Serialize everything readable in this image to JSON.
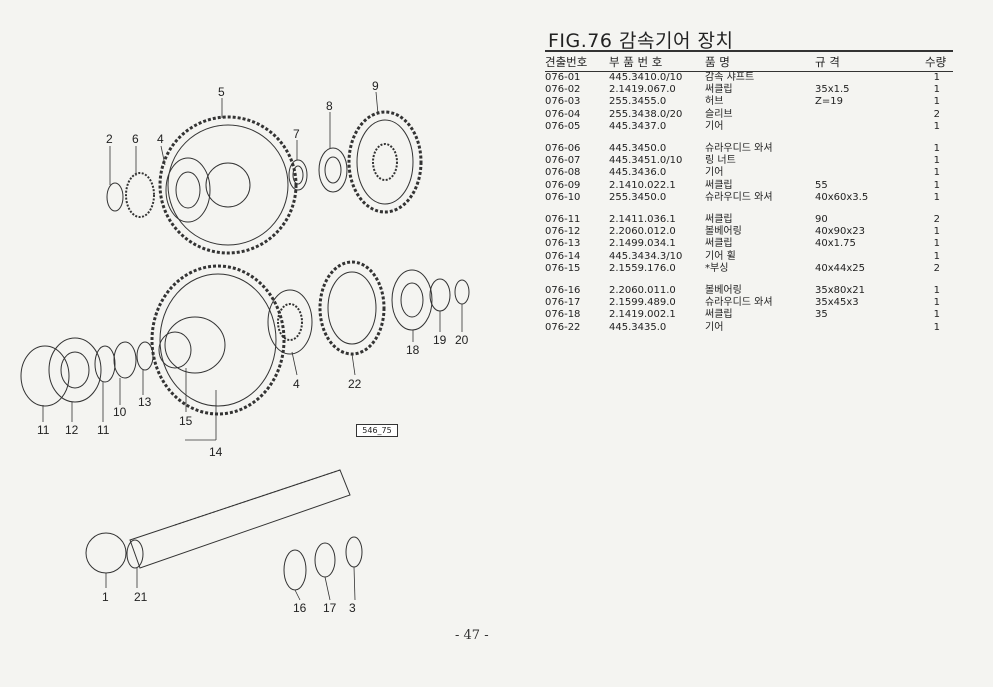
{
  "title": "FIG.76 감속기어 장치",
  "page_number": "- 47 -",
  "diagram": {
    "reference_code": "546_75",
    "callouts": [
      "1",
      "2",
      "3",
      "4",
      "4",
      "5",
      "6",
      "7",
      "8",
      "9",
      "10",
      "11",
      "11",
      "12",
      "13",
      "14",
      "15",
      "16",
      "17",
      "18",
      "19",
      "20",
      "21",
      "22"
    ]
  },
  "table": {
    "headers": {
      "no": "견출번호",
      "part_no": "부 품 번 호",
      "name": "품 명",
      "spec": "규 격",
      "qty": "수량"
    },
    "groups": [
      [
        {
          "no": "076-01",
          "part_no": "445.3410.0/10",
          "name": "감속 샤프트",
          "spec": "",
          "qty": "1"
        },
        {
          "no": "076-02",
          "part_no": "2.1419.067.0",
          "name": "써클립",
          "spec": "35x1.5",
          "qty": "1"
        },
        {
          "no": "076-03",
          "part_no": "255.3455.0",
          "name": "허브",
          "spec": "Z=19",
          "qty": "1"
        },
        {
          "no": "076-04",
          "part_no": "255.3438.0/20",
          "name": "슬리브",
          "spec": "",
          "qty": "2"
        },
        {
          "no": "076-05",
          "part_no": "445.3437.0",
          "name": "기어",
          "spec": "",
          "qty": "1"
        }
      ],
      [
        {
          "no": "076-06",
          "part_no": "445.3450.0",
          "name": "슈라우디드 와셔",
          "spec": "",
          "qty": "1"
        },
        {
          "no": "076-07",
          "part_no": "445.3451.0/10",
          "name": "링 너트",
          "spec": "",
          "qty": "1"
        },
        {
          "no": "076-08",
          "part_no": "445.3436.0",
          "name": "기어",
          "spec": "",
          "qty": "1"
        },
        {
          "no": "076-09",
          "part_no": "2.1410.022.1",
          "name": "써클립",
          "spec": "55",
          "qty": "1"
        },
        {
          "no": "076-10",
          "part_no": "255.3450.0",
          "name": "슈라우디드 와셔",
          "spec": "40x60x3.5",
          "qty": "1"
        }
      ],
      [
        {
          "no": "076-11",
          "part_no": "2.1411.036.1",
          "name": "써클립",
          "spec": "90",
          "qty": "2"
        },
        {
          "no": "076-12",
          "part_no": "2.2060.012.0",
          "name": "볼베어링",
          "spec": "40x90x23",
          "qty": "1"
        },
        {
          "no": "076-13",
          "part_no": "2.1499.034.1",
          "name": "써클립",
          "spec": "40x1.75",
          "qty": "1"
        },
        {
          "no": "076-14",
          "part_no": "445.3434.3/10",
          "name": "기어 휠",
          "spec": "",
          "qty": "1"
        },
        {
          "no": "076-15",
          "part_no": "2.1559.176.0",
          "name": "*부싱",
          "spec": "40x44x25",
          "qty": "2"
        }
      ],
      [
        {
          "no": "076-16",
          "part_no": "2.2060.011.0",
          "name": "볼베어링",
          "spec": "35x80x21",
          "qty": "1"
        },
        {
          "no": "076-17",
          "part_no": "2.1599.489.0",
          "name": "슈라우디드 와셔",
          "spec": "35x45x3",
          "qty": "1"
        },
        {
          "no": "076-18",
          "part_no": "2.1419.002.1",
          "name": "써클립",
          "spec": "35",
          "qty": "1"
        },
        {
          "no": "076-22",
          "part_no": "445.3435.0",
          "name": "기어",
          "spec": "",
          "qty": "1"
        }
      ]
    ]
  }
}
